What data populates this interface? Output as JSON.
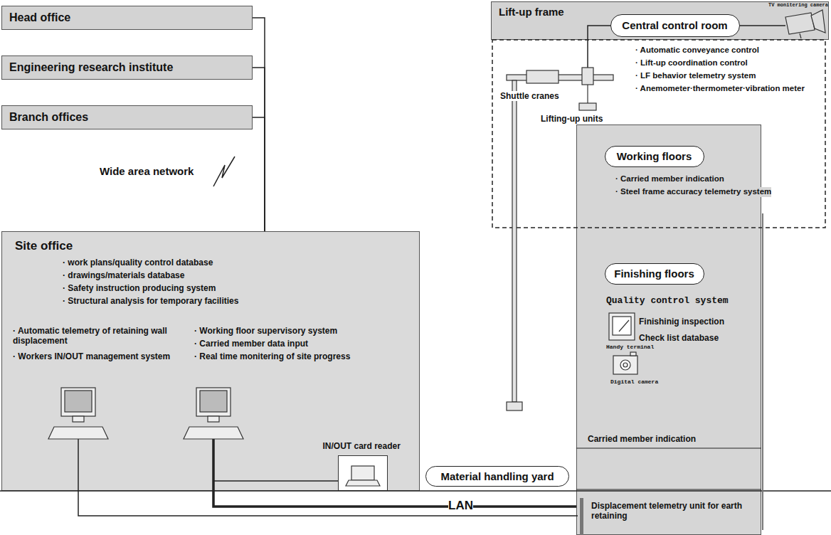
{
  "diagram": {
    "nodes": [
      {
        "text": [
          "Head office"
        ]
      },
      {
        "text": [
          "Engineering research institute"
        ]
      },
      {
        "text": [
          "Branch offices"
        ]
      },
      {
        "text": [
          "Site office",
          "· work plans/quality control database",
          "· drawings/materials database",
          "· Safety instruction producing system",
          "· Structural analysis for temporary facilities",
          "· Automatic telemetry of retaining wall displacement",
          "· Workers IN/OUT management system",
          "· Working floor supervisory system",
          "· Carried member data input",
          "· Real time monitering of site progress"
        ]
      },
      {
        "text": [
          "IN/OUT card reader"
        ],
        "in": 3
      },
      {
        "text": [
          "Material handling yard"
        ]
      },
      {
        "text": [
          "Lift-up frame"
        ]
      },
      {
        "text": [
          "Central control room"
        ],
        "in": 6
      },
      {
        "text": [
          "Carried member indication",
          "Displacement telemetry unit for earth retaining"
        ]
      },
      {
        "text": [
          "Working floors"
        ],
        "in": 8
      },
      {
        "text": [
          "Finishing floors"
        ],
        "in": 8
      }
    ],
    "edges": [
      {
        "from": 0,
        "to": 3,
        "arrow": "none"
      },
      {
        "from": 1,
        "to": 3,
        "arrow": "none"
      },
      {
        "from": 2,
        "to": 3,
        "arrow": "none"
      },
      {
        "from": 3,
        "to": 8,
        "label": "LAN",
        "arrow": "none"
      }
    ],
    "labels": [
      "Wide area network",
      "Shuttle cranes",
      "Lifting-up units",
      "TV monitering camera",
      "· Automatic conveyance control",
      "· Lift-up coordination control",
      "· LF behavior telemetry system",
      "· Anemometer·thermometer·vibration meter",
      "· Carried member indication",
      "· Steel frame accuracy telemetry system",
      "Quality control system",
      "Finishinig inspection",
      "Check list database",
      "Handy terminal",
      "Digital camera"
    ]
  }
}
